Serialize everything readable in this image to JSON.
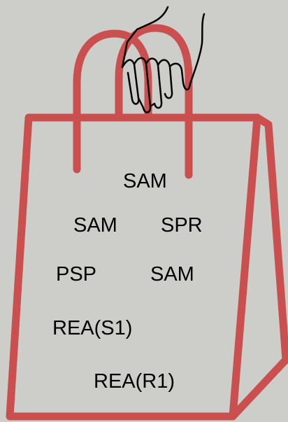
{
  "colors": {
    "background": "#cdcdc9",
    "bag_stroke": "#c9504f",
    "hand_stroke": "#000000",
    "text": "#000000"
  },
  "icons": {
    "bag": "shopping-bag-icon",
    "hand": "hand-icon"
  },
  "bag": {
    "labels": [
      "SAM",
      "SAM",
      "SPR",
      "PSP",
      "SAM",
      "REA(S1)",
      "REA(R1)"
    ]
  }
}
